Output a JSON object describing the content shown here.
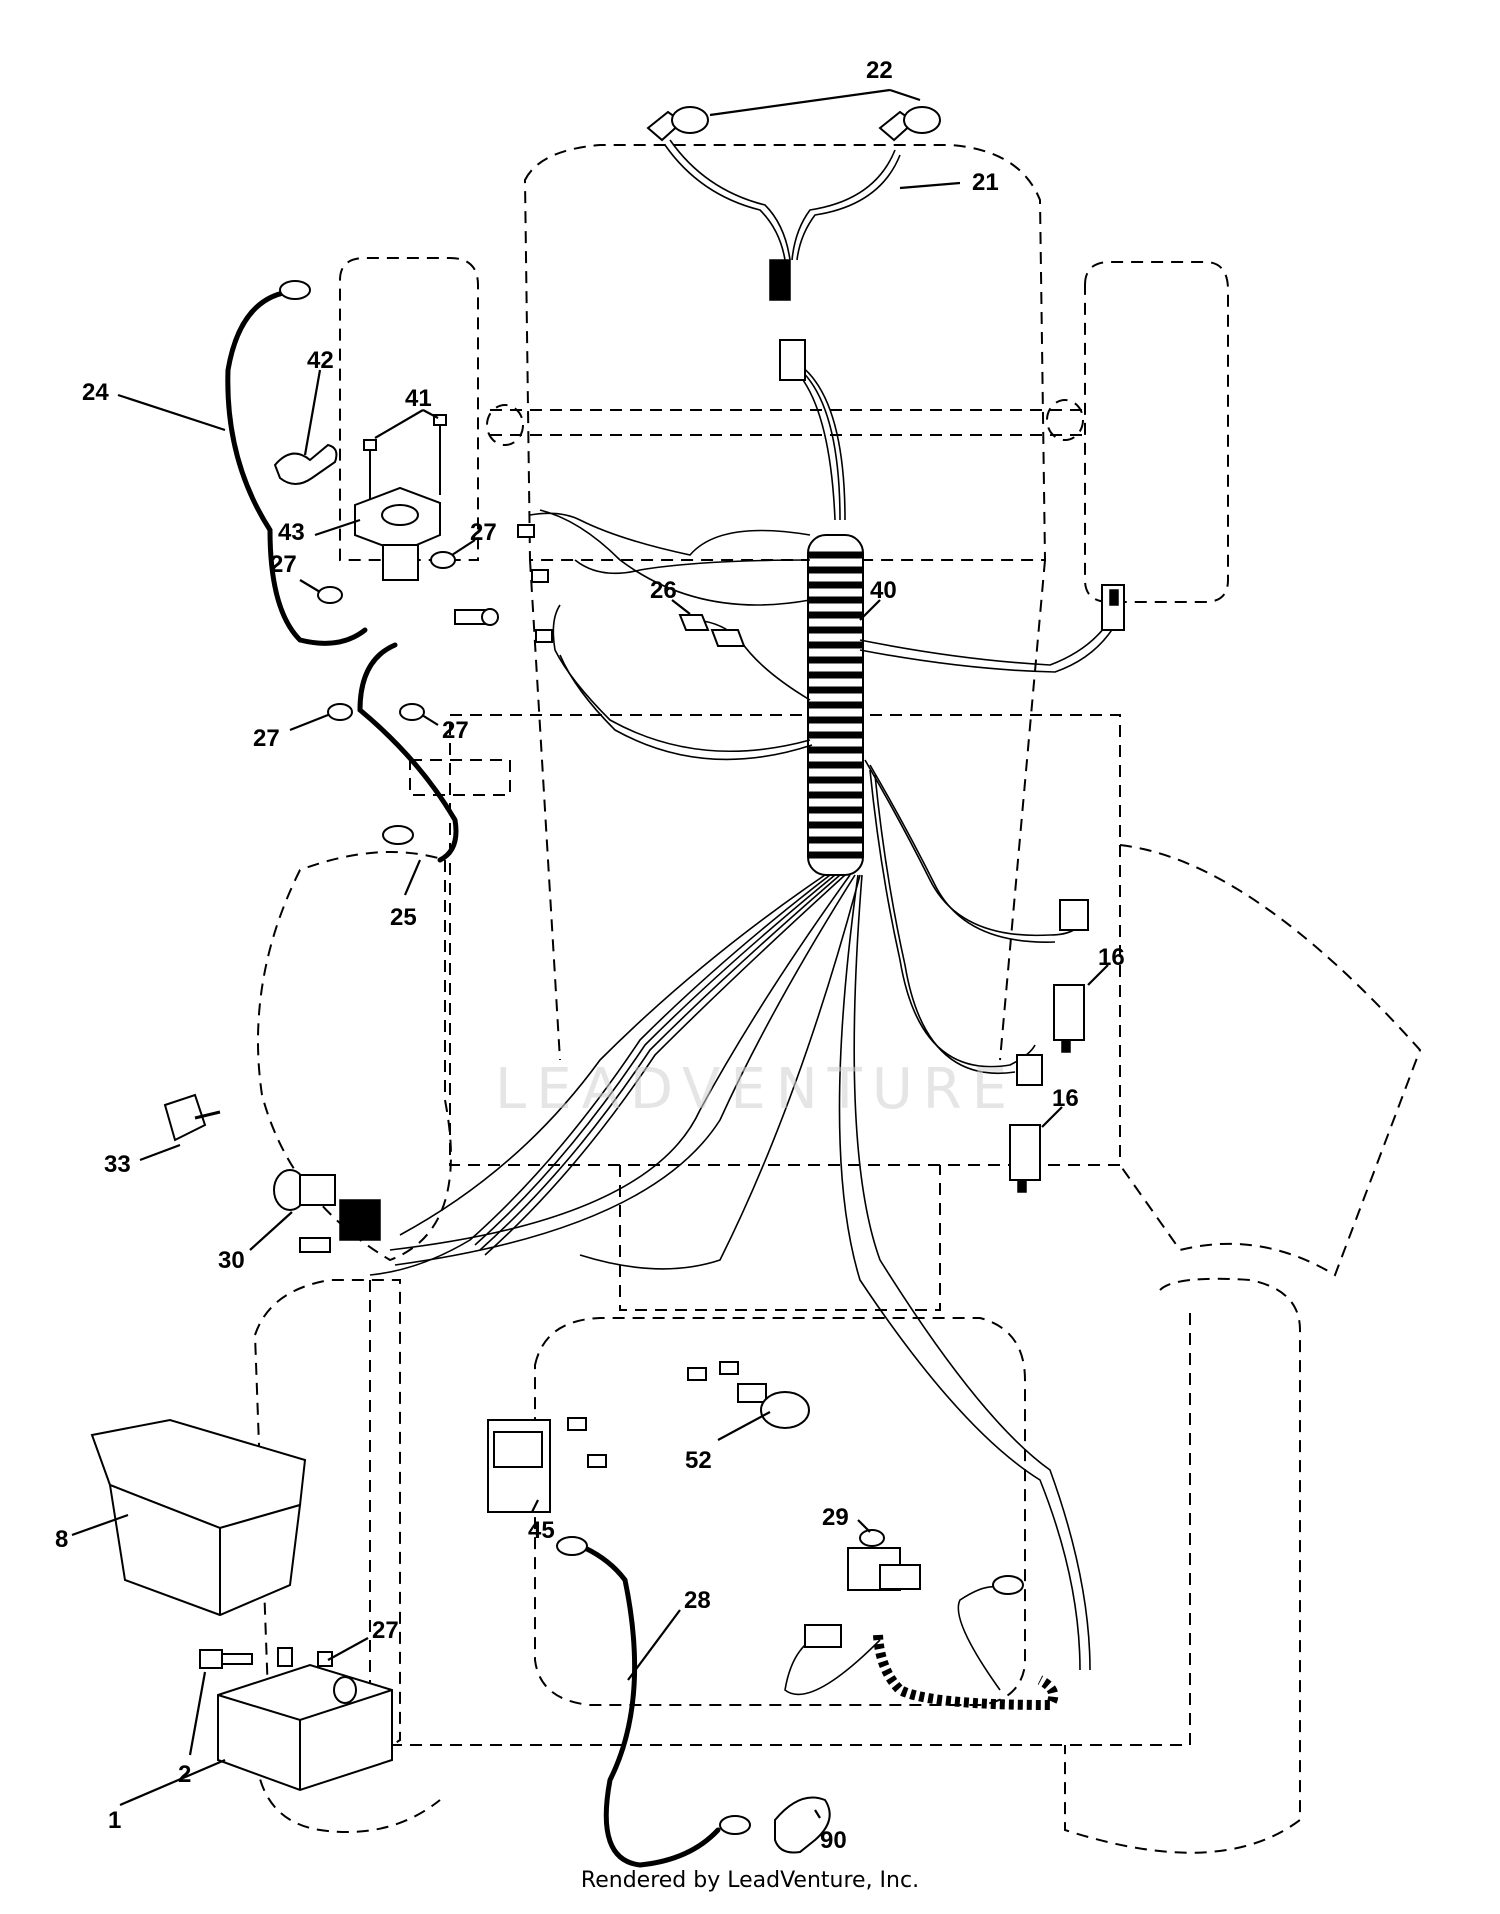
{
  "diagram": {
    "watermark": "LEADVENTURE",
    "footer": "Rendered by LeadVenture, Inc.",
    "callouts": {
      "c22": "22",
      "c21": "21",
      "c24": "24",
      "c42": "42",
      "c41": "41",
      "c43": "43",
      "c27a": "27",
      "c27b": "27",
      "c27c": "27",
      "c27d": "27",
      "c27e": "27",
      "c26": "26",
      "c40": "40",
      "c25": "25",
      "c16a": "16",
      "c16b": "16",
      "c33": "33",
      "c30": "30",
      "c8": "8",
      "c45": "45",
      "c52": "52",
      "c29": "29",
      "c28": "28",
      "c2": "2",
      "c1": "1",
      "c90": "90"
    }
  }
}
